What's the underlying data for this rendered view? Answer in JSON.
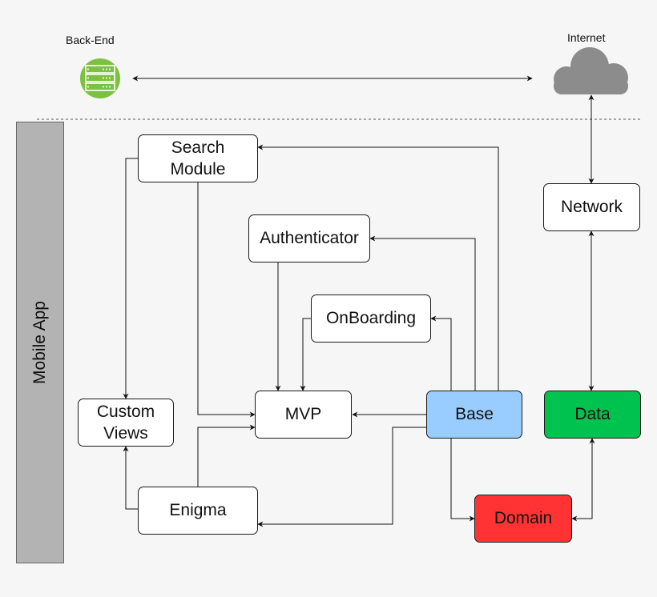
{
  "top": {
    "backend_label": "Back-End",
    "internet_label": "Internet"
  },
  "sidebar": {
    "label": "Mobile App"
  },
  "nodes": {
    "search_module": "Search\nModule",
    "authenticator": "Authenticator",
    "onboarding": "OnBoarding",
    "network": "Network",
    "custom_views": "Custom\nViews",
    "mvp": "MVP",
    "base": "Base",
    "data": "Data",
    "enigma": "Enigma",
    "domain": "Domain"
  },
  "colors": {
    "background": "#f6f6f6",
    "base_fill": "#99ccff",
    "data_fill": "#00c24f",
    "domain_fill": "#ff3333",
    "server_icon": "#7dc142",
    "cloud_icon": "#8c8c8c",
    "mobile_bar": "#b3b3b3"
  },
  "icons": {
    "backend": "server-icon",
    "internet": "cloud-icon"
  }
}
